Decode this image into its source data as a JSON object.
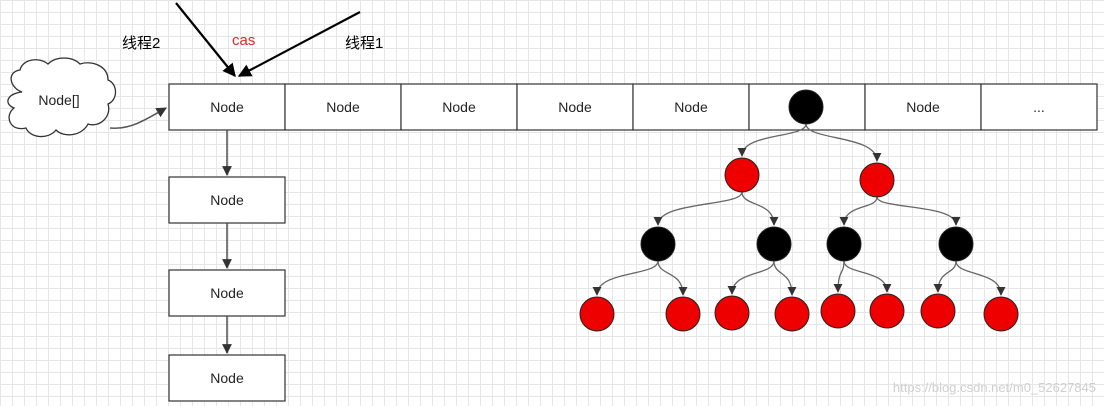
{
  "thread_2_label": "线程2",
  "thread_1_label": "线程1",
  "cas_label": "cas",
  "cloud_label": "Node[]",
  "array_nodes": [
    "Node",
    "Node",
    "Node",
    "Node",
    "Node",
    "",
    "Node",
    "..."
  ],
  "list_nodes": [
    "Node",
    "Node",
    "Node"
  ],
  "tree_levels": [
    "black",
    "red",
    "black",
    "red"
  ],
  "colors": {
    "red_node": "#ee0000",
    "black_node": "#000000",
    "cas_text": "#e32626"
  },
  "watermark": "https://blog.csdn.net/m0_52627845"
}
